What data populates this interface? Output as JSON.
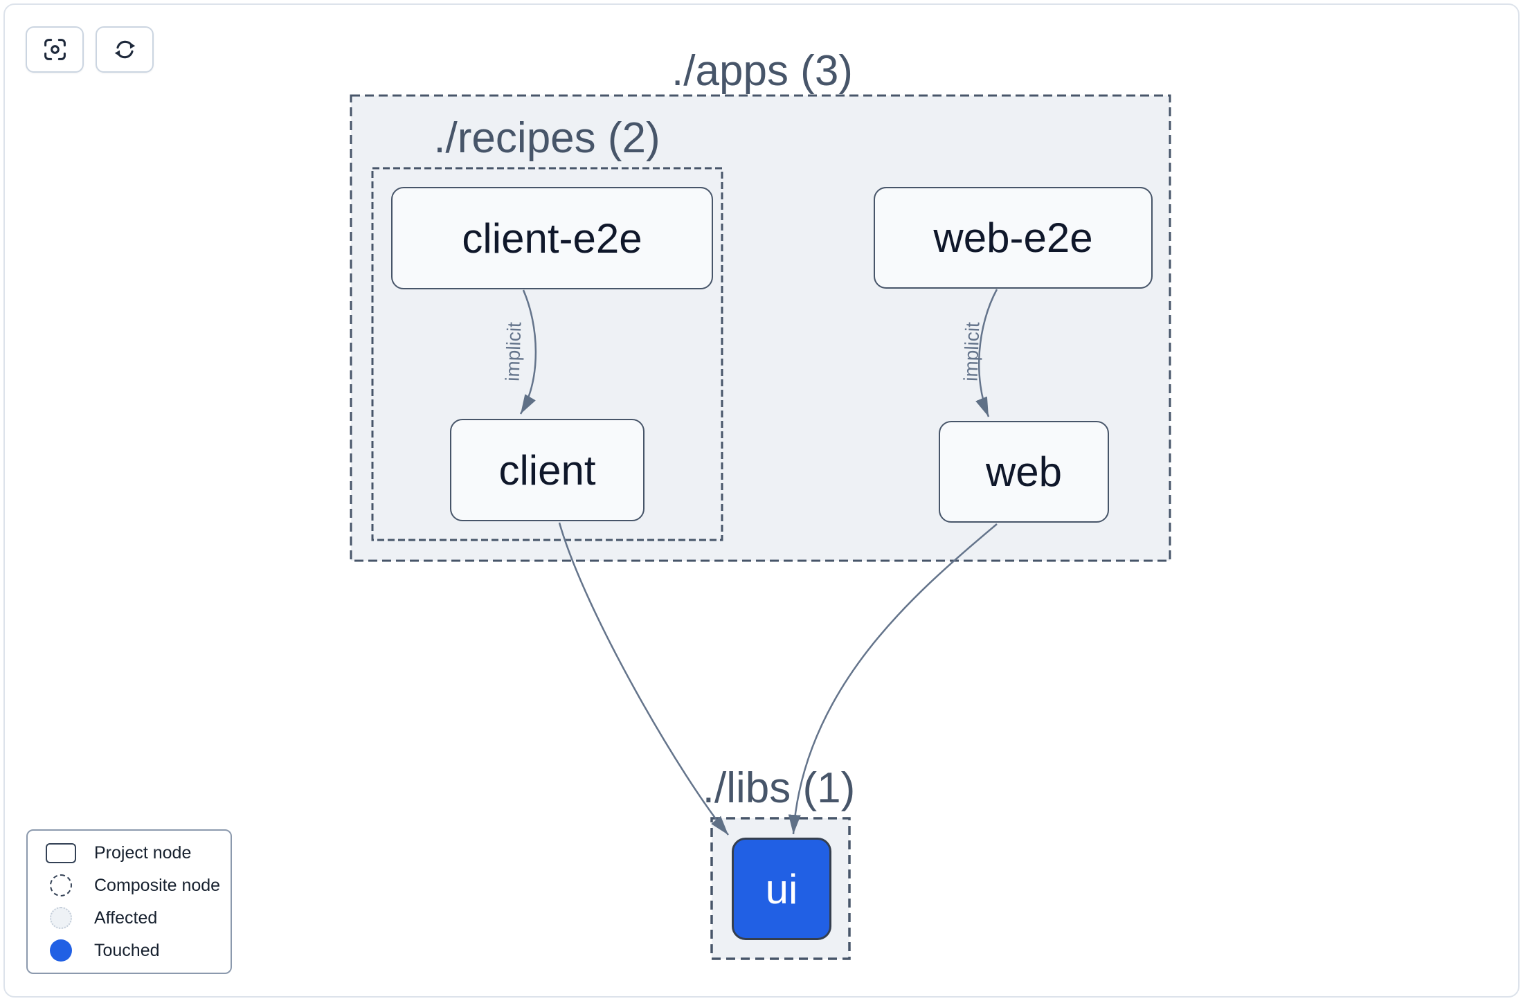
{
  "toolbar": {
    "buttons": [
      {
        "name": "focus",
        "icon": "crosshair-focus-icon"
      },
      {
        "name": "refresh",
        "icon": "refresh-icon"
      }
    ]
  },
  "graph": {
    "containers": {
      "apps": {
        "label": "./apps (3)",
        "count": 3
      },
      "recipes": {
        "label": "./recipes (2)",
        "count": 2
      },
      "libs": {
        "label": "./libs (1)",
        "count": 1
      }
    },
    "nodes": {
      "client_e2e": {
        "label": "client-e2e",
        "state": "default"
      },
      "web_e2e": {
        "label": "web-e2e",
        "state": "default"
      },
      "client": {
        "label": "client",
        "state": "default"
      },
      "web": {
        "label": "web",
        "state": "default"
      },
      "ui": {
        "label": "ui",
        "state": "touched"
      }
    },
    "edges": [
      {
        "from": "client-e2e",
        "to": "client",
        "label": "implicit"
      },
      {
        "from": "web-e2e",
        "to": "web",
        "label": "implicit"
      },
      {
        "from": "client",
        "to": "ui",
        "label": ""
      },
      {
        "from": "web",
        "to": "ui",
        "label": ""
      }
    ]
  },
  "legend": {
    "items": [
      {
        "label": "Project node",
        "swatch": "project-rect-outline"
      },
      {
        "label": "Composite node",
        "swatch": "dashed-circle-outline"
      },
      {
        "label": "Affected",
        "swatch": "light-dotted-circle"
      },
      {
        "label": "Touched",
        "swatch": "solid-blue-circle"
      }
    ]
  },
  "colors": {
    "touched_blue": "#2160e4",
    "container_fill": "#eef1f5",
    "node_fill": "#f8fafc",
    "border_slate": "#475569",
    "edge_gray": "#64748b",
    "affected_fill": "#eef2f6"
  }
}
